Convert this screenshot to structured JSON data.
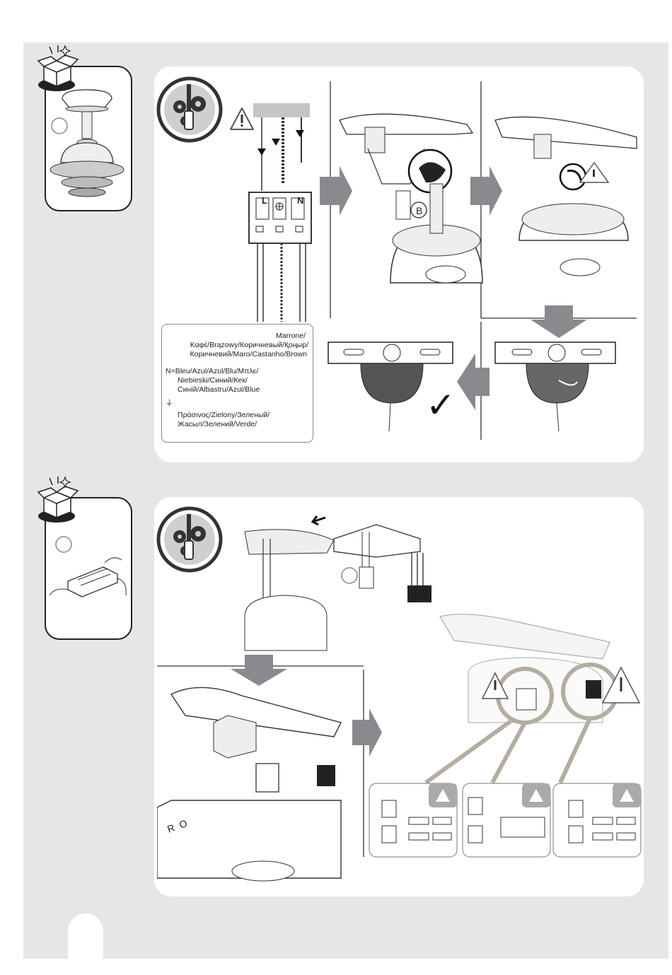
{
  "step_a": {
    "terminal": {
      "live": "L",
      "neutral": "N"
    },
    "connector_label": "B",
    "legend": {
      "live_line1": "Marrone/",
      "live_line2": "Καφέ/Brązowy/Коричневый/Қоңыр/",
      "live_line3": "Коричневий/Maro/Castanho/Brown",
      "neutral_line1": "N=Bleu/Azul/Azul/Blu/Μπλε/",
      "neutral_line2": "Niebieski/Синий/Кек/",
      "neutral_line3": "Синій/Albastru/Azul/Blue",
      "earth_symbol": "⏚",
      "earth_line1": "Πράσινος/Zielony/Зеленый/",
      "earth_line2": "Жасыл/Зелений/Verde/"
    },
    "check_mark": "✓"
  },
  "step_b": {
    "housing_text": "R O"
  },
  "icons": {
    "warning": "warning-triangle-icon",
    "tools": "screwdriver-gears-icon",
    "box": "open-box-icon"
  },
  "colors": {
    "page_bg": "#e6e6e6",
    "arrow": "#8a8a8e",
    "line": "#2a2a2a",
    "callout_ring": "#b4ada0",
    "tool_circle": "#3a3a3a"
  }
}
